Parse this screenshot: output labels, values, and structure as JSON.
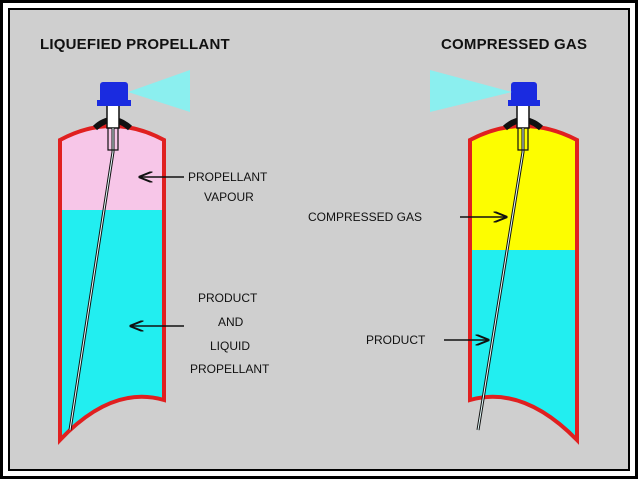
{
  "left": {
    "title": "LIQUEFIED PROPELLANT",
    "vapour_label": [
      "PROPELLANT",
      "VAPOUR"
    ],
    "liquid_label": [
      "PRODUCT",
      "AND",
      "LIQUID",
      "PROPELLANT"
    ]
  },
  "right": {
    "title": "COMPRESSED GAS",
    "gas_label": "COMPRESSED GAS",
    "product_label": "PRODUCT"
  },
  "colors": {
    "background": "#cfcfcf",
    "can_outline": "#e02020",
    "vapour": "#f7c6e8",
    "liquid": "#22eef0",
    "compressed_gas": "#fdfd00",
    "valve": "#1a2be0",
    "spray": "#7ff5f5"
  }
}
